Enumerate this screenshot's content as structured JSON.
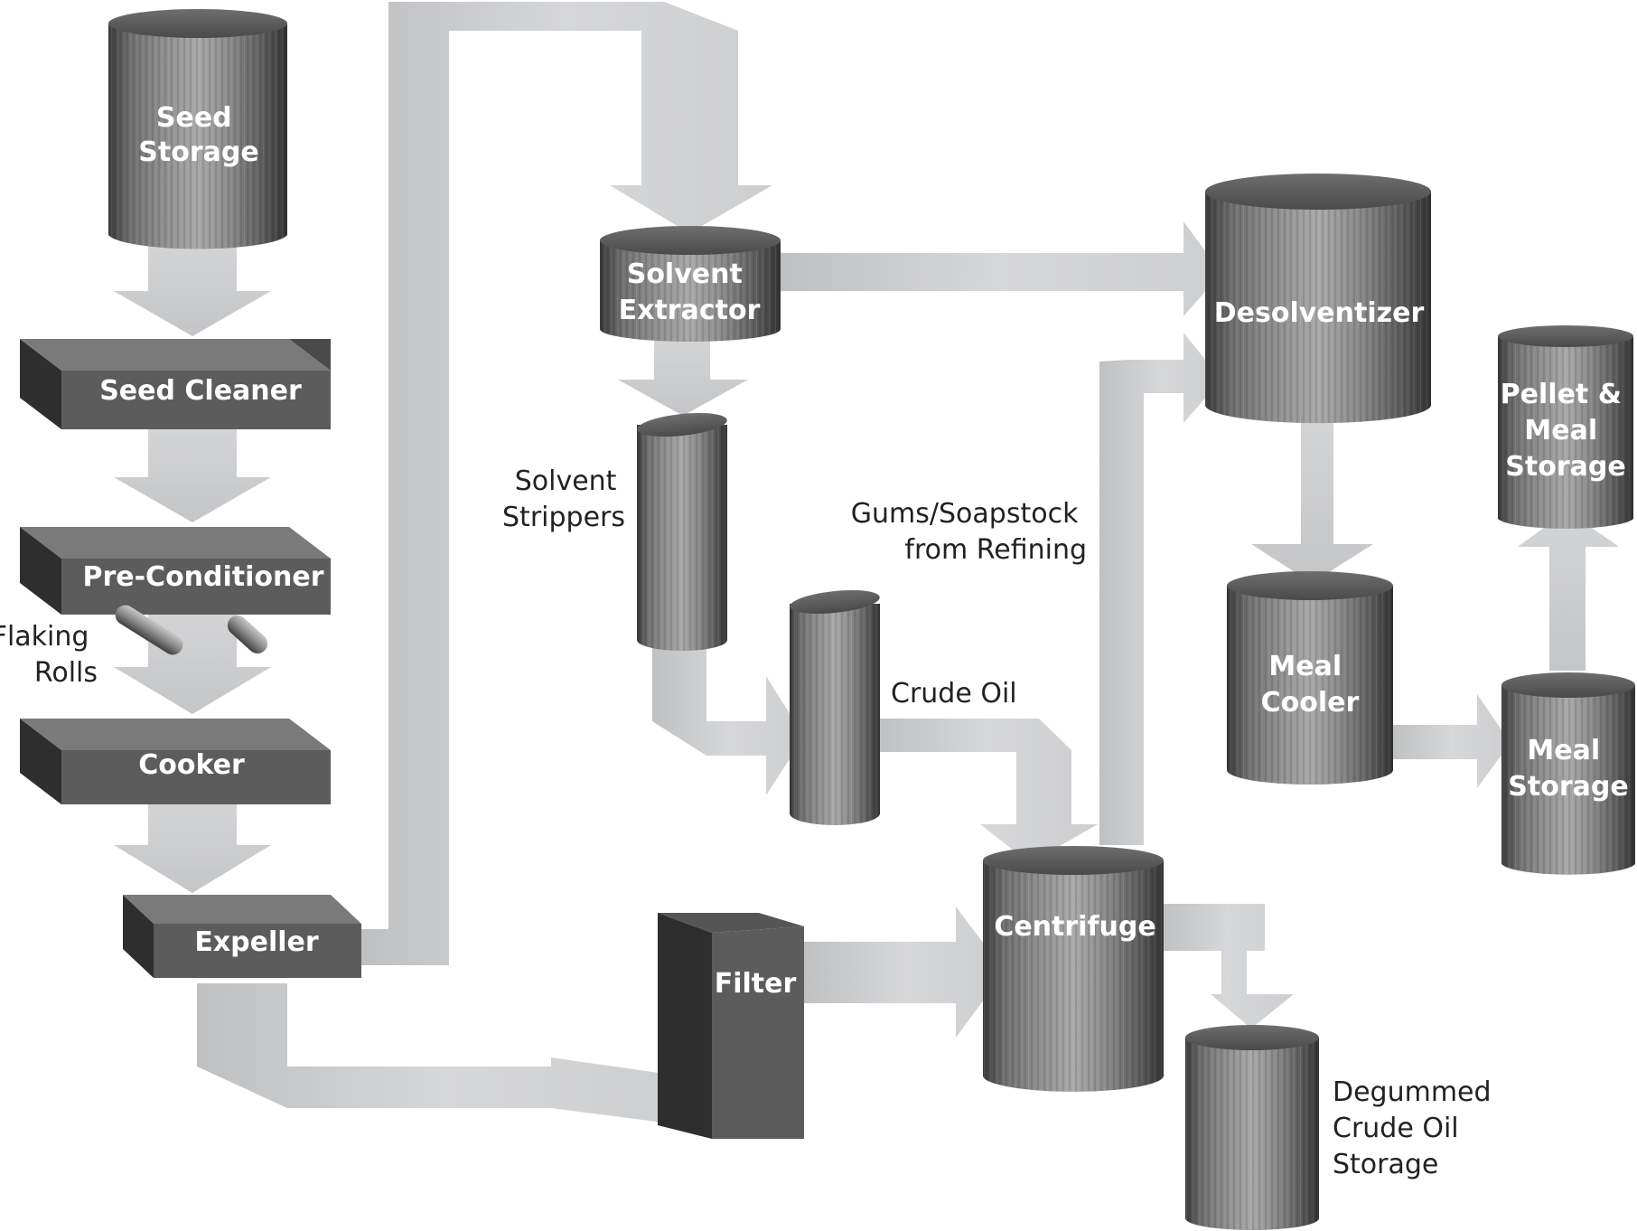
{
  "nodes": {
    "seed_storage": [
      "Seed",
      "Storage"
    ],
    "seed_cleaner": [
      "Seed Cleaner"
    ],
    "pre_conditioner": [
      "Pre-Conditioner"
    ],
    "flaking_rolls": [
      "Flaking",
      "Rolls"
    ],
    "cooker": [
      "Cooker"
    ],
    "expeller": [
      "Expeller"
    ],
    "solvent_extractor": [
      "Solvent",
      "Extractor"
    ],
    "solvent_strippers": [
      "Solvent",
      "Strippers"
    ],
    "crude_oil": [
      "Crude Oil"
    ],
    "filter": [
      "Filter"
    ],
    "centrifuge": [
      "Centrifuge"
    ],
    "gums_soapstock": [
      "Gums/Soapstock",
      "from Refining"
    ],
    "desolventizer": [
      "Desolventizer"
    ],
    "meal_cooler": [
      "Meal",
      "Cooler"
    ],
    "meal_storage": [
      "Meal",
      "Storage"
    ],
    "pellet_meal_storage": [
      "Pellet &",
      "Meal",
      "Storage"
    ],
    "degummed_storage": [
      "Degummed",
      "Crude Oil",
      "Storage"
    ]
  },
  "colors": {
    "arrow": "#d2d3d5",
    "box_front": "#5c5c5c",
    "box_side": "#2e2e2e",
    "cylinder_light": "#a9a9a9",
    "cylinder_dark": "#3d3d3d",
    "label_light": "#ffffff",
    "label_dark": "#222222"
  }
}
